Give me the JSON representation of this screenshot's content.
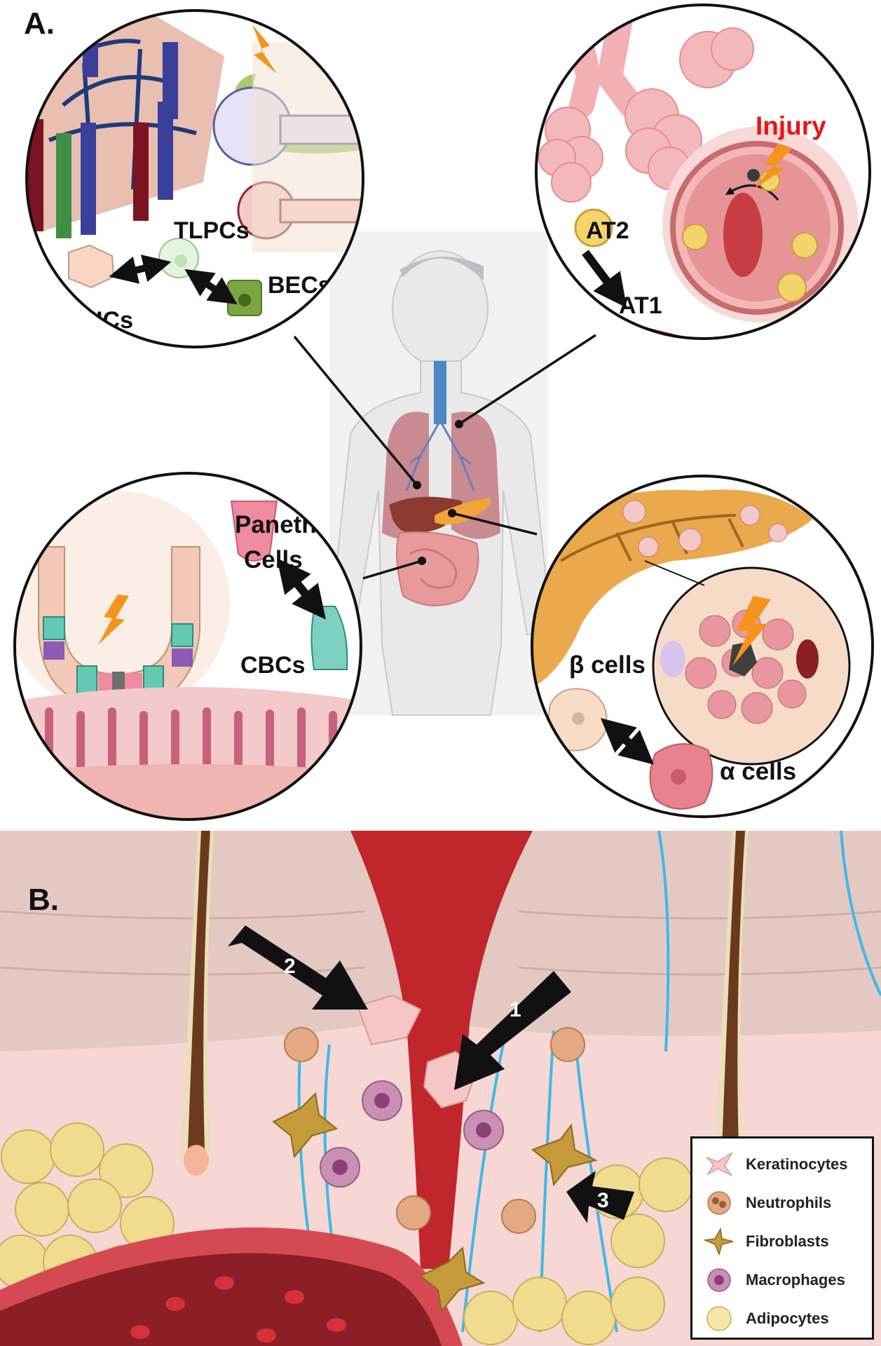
{
  "panel_a": {
    "letter": "A.",
    "liver": {
      "tlpcs": "TLPCs",
      "becs": "BECs",
      "hcs": "HCs"
    },
    "lung": {
      "injury": "Injury",
      "at2": "AT2",
      "at1": "AT1"
    },
    "intestine": {
      "paneth_line1": "Paneth",
      "paneth_line2": "Cells",
      "cbcs": "CBCs"
    },
    "pancreas": {
      "beta": "β cells",
      "alpha": "α cells"
    }
  },
  "panel_b": {
    "letter": "B.",
    "arrow_labels": [
      "2",
      "1",
      "3"
    ],
    "legend": [
      {
        "label": "Keratinocytes",
        "icon": "keratinocyte-icon",
        "color": "#f6c6c6"
      },
      {
        "label": "Neutrophils",
        "icon": "neutrophil-icon",
        "color": "#e3a982"
      },
      {
        "label": "Fibroblasts",
        "icon": "fibroblast-icon",
        "color": "#c49a3a"
      },
      {
        "label": "Macrophages",
        "icon": "macrophage-icon",
        "color": "#c98fb5"
      },
      {
        "label": "Adipocytes",
        "icon": "adipocyte-icon",
        "color": "#f5e7a8"
      }
    ]
  },
  "colors": {
    "injury_red": "#e8161b",
    "lightning": "#f4941e",
    "blood": "#c0262b",
    "vessel_blue": "#3fb8e8",
    "fat_yellow": "#f0db8f",
    "skin_pink": "#f3d2cf"
  }
}
